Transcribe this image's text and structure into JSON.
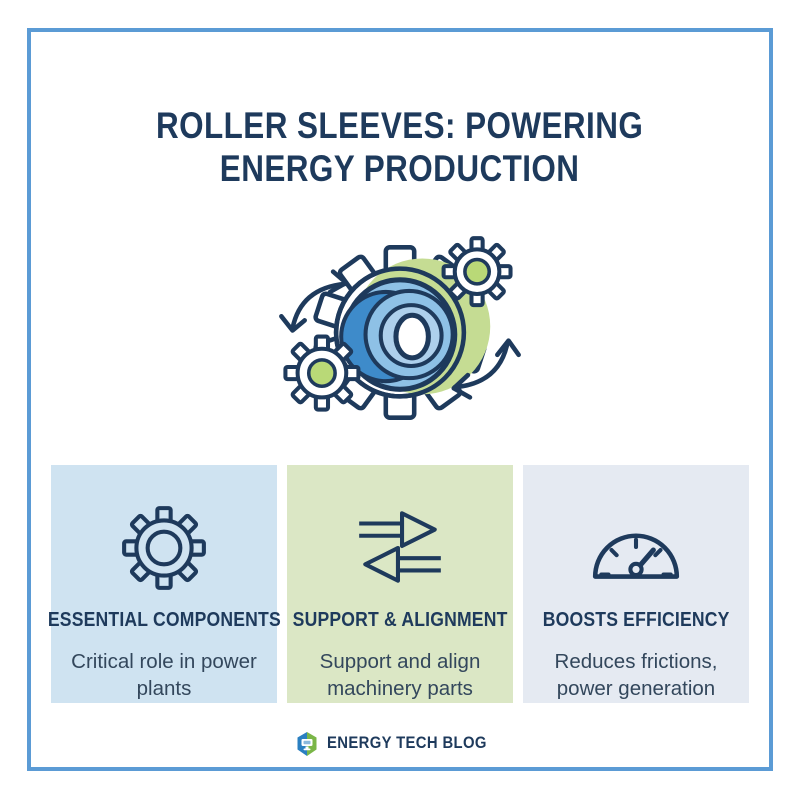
{
  "palette": {
    "border_blue": "#5b9bd5",
    "navy": "#1e3a5c",
    "text_body": "#33475c",
    "green_accent": "#c5dc93",
    "green_gear": "#b9d977",
    "blue_dark": "#3e8bca",
    "blue_mid": "#8ec1e6",
    "blue_light": "#aed0ec",
    "card1_bg": "#cfe3f1",
    "card2_bg": "#dbe7c5",
    "card3_bg": "#e5eaf2",
    "logo_blue": "#2a7fc1",
    "logo_green": "#7ab648",
    "page_bg": "#ffffff"
  },
  "title": {
    "line1": "ROLLER SLEEVES: POWERING",
    "line2": "ENERGY PRODUCTION"
  },
  "illustration": {
    "name": "gears-with-roller-sleeve",
    "elements": [
      "large-gear",
      "roller-sleeve",
      "small-gear-top-right",
      "small-gear-bottom-left",
      "rotation-arrow-left",
      "rotation-arrow-right",
      "green-accent-circle"
    ]
  },
  "cards": [
    {
      "icon": "gear-icon",
      "heading": "ESSENTIAL COMPONENTS",
      "body": "Critical role in power plants"
    },
    {
      "icon": "exchange-arrows-icon",
      "heading": "SUPPORT & ALIGNMENT",
      "body": "Support and align machinery parts"
    },
    {
      "icon": "gauge-icon",
      "heading": "BOOSTS EFFICIENCY",
      "body": "Reduces frictions, power generation"
    }
  ],
  "footer": {
    "logo": "energy-tech-blog-logo",
    "brand": "ENERGY TECH BLOG"
  }
}
